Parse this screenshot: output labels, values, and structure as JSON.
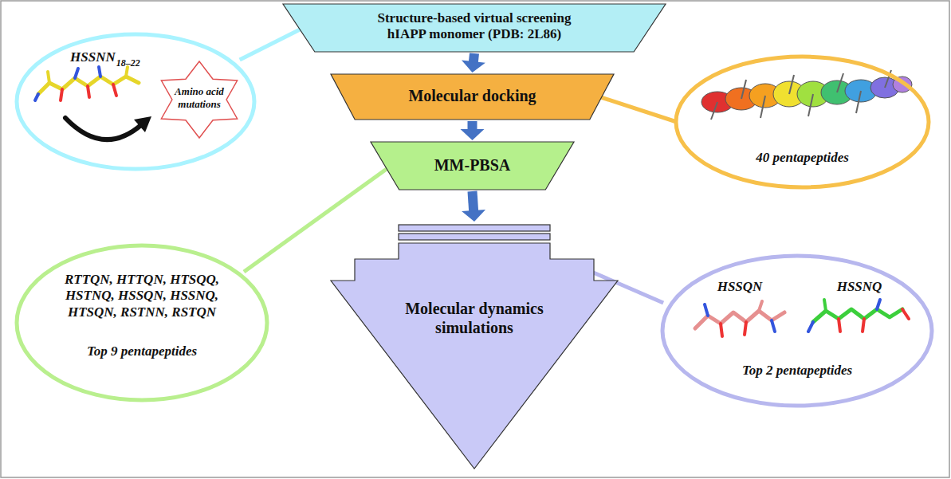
{
  "diagram": {
    "nodes": [
      {
        "text": [
          "Structure-based virtual screening hIAPP monomer (PDB: 2L86)"
        ]
      },
      {
        "text": [
          "HSSNN",
          "18–22"
        ]
      },
      {
        "text": [
          "Amino acid mutations"
        ],
        "in": 1
      },
      {
        "text": [
          "Molecular docking"
        ]
      },
      {
        "text": [
          "40 pentapeptides"
        ]
      },
      {
        "text": [
          "MM-PBSA"
        ]
      },
      {
        "text": [
          "RTTQN, HTTQN, HTSQQ, HSTNQ, HSSQN, HSSNQ, HTSQN, RSTNN, RSTQN",
          "Top 9 pentapeptides"
        ]
      },
      {
        "text": [
          "Molecular dynamics simulations"
        ]
      },
      {
        "text": [
          "HSSQN",
          "HSSNQ",
          "Top 2 pentapeptides"
        ]
      }
    ],
    "edges": [
      {
        "from": 0,
        "to": 3,
        "arrow": "to"
      },
      {
        "from": 3,
        "to": 5,
        "arrow": "to"
      },
      {
        "from": 5,
        "to": 7,
        "arrow": "to"
      },
      {
        "from": 1,
        "to": 0,
        "arrow": "none"
      },
      {
        "from": 4,
        "to": 3,
        "arrow": "none"
      },
      {
        "from": 6,
        "to": 5,
        "arrow": "none"
      },
      {
        "from": 8,
        "to": 7,
        "arrow": "none"
      }
    ]
  }
}
